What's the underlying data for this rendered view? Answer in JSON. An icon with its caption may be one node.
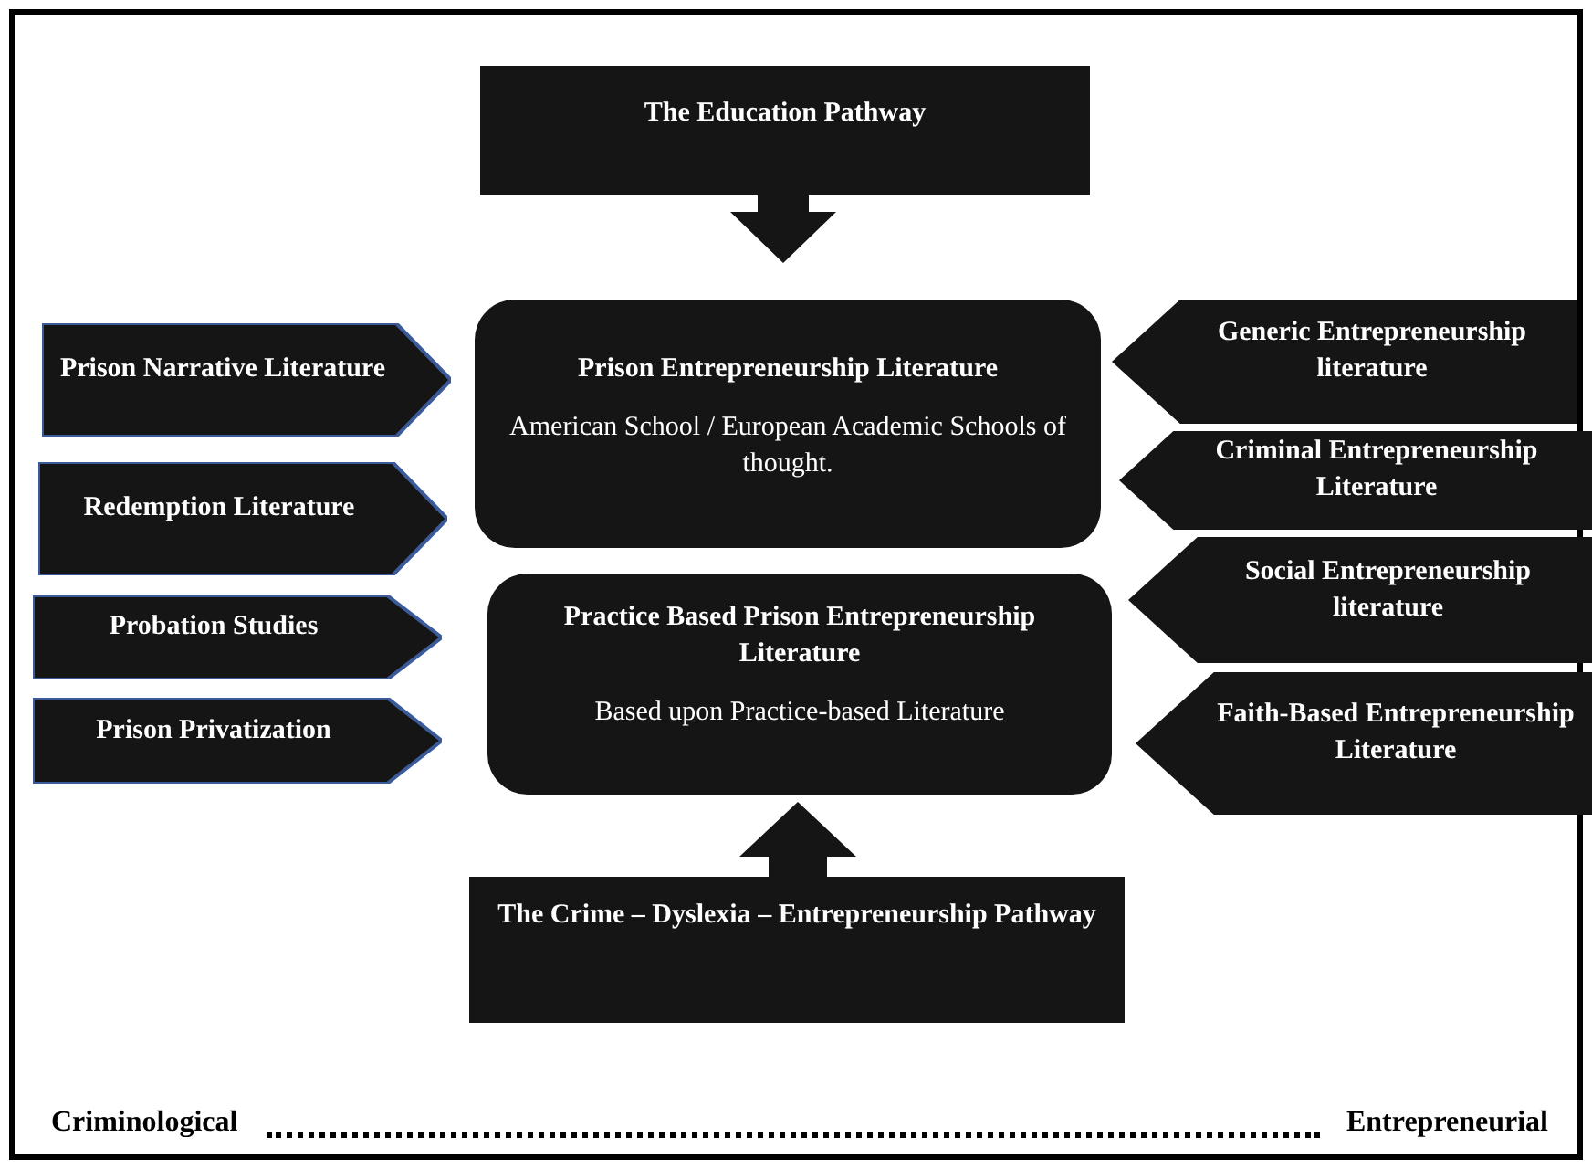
{
  "diagram": {
    "nodes": [
      {
        "text": [
          "The Education Pathway"
        ]
      },
      {
        "text": [
          "Prison Entrepreneurship Literature",
          "American School / European Academic Schools of thought."
        ]
      },
      {
        "text": [
          "Practice Based Prison Entrepreneurship Literature",
          "Based upon Practice-based Literature"
        ]
      },
      {
        "text": [
          "The Crime – Dyslexia – Entrepreneurship Pathway"
        ]
      },
      {
        "text": [
          "Prison Narrative Literature"
        ]
      },
      {
        "text": [
          "Redemption Literature"
        ]
      },
      {
        "text": [
          "Probation Studies"
        ]
      },
      {
        "text": [
          "Prison Privatization"
        ]
      },
      {
        "text": [
          "Generic Entrepreneurship literature"
        ]
      },
      {
        "text": [
          "Criminal Entrepreneurship Literature"
        ]
      },
      {
        "text": [
          "Social Entrepreneurship literature"
        ]
      },
      {
        "text": [
          "Faith-Based Entrepreneurship Literature"
        ]
      }
    ],
    "labels": [
      "Criminological",
      "Entrepreneurial"
    ]
  }
}
